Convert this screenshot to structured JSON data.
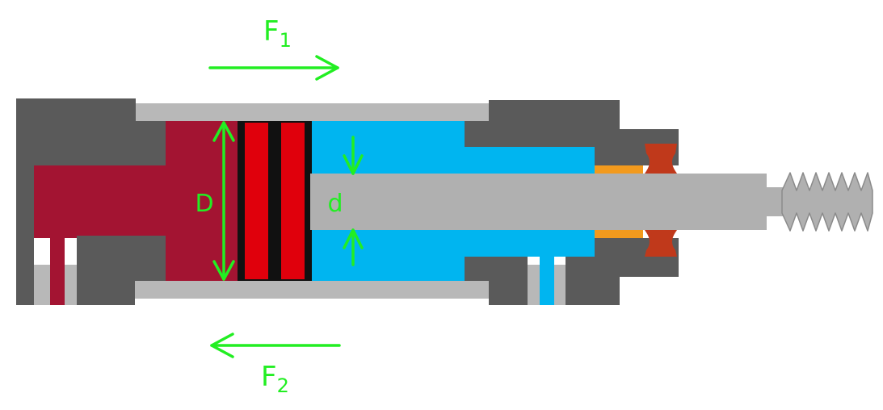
{
  "labels": {
    "force_1": {
      "letter": "F",
      "subscript": "1"
    },
    "force_2": {
      "letter": "F",
      "subscript": "2"
    },
    "piston_diameter": "D",
    "rod_diameter": "d"
  },
  "colors": {
    "annotation": "#22ee22",
    "housing_dark": "#5a5a5a",
    "barrel_light": "#b8b8b8",
    "rod": "#b0b0b0",
    "cap_side_fluid": "#a31432",
    "rod_side_fluid": "#00b5f0",
    "piston_seal": "#e0000c",
    "piston_core": "#111111",
    "rod_bushing": "#f29a1d",
    "wiper_seal": "#c0391b",
    "background": "#ffffff"
  },
  "icons": {
    "force_1_arrow": "arrow-right-icon",
    "force_2_arrow": "arrow-left-icon",
    "thread": "screw-thread-icon"
  }
}
